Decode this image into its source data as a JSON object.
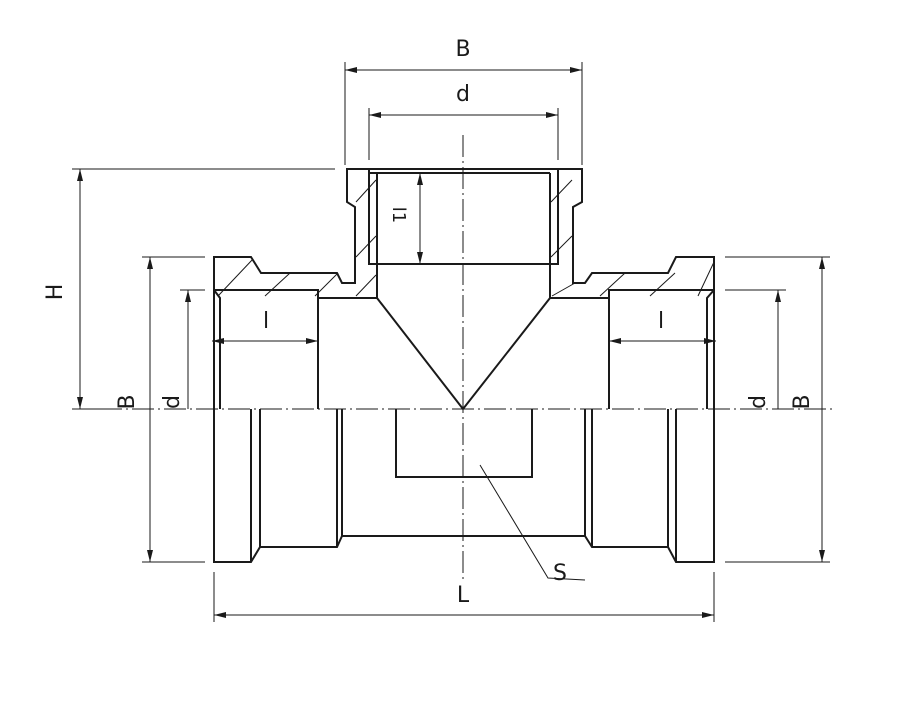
{
  "drawing": {
    "title": "Tee fitting dimension drawing",
    "labels": {
      "top_width": "B",
      "top_bore": "d",
      "height": "H",
      "left_width": "B",
      "left_bore": "d",
      "left_thread_length": "l",
      "right_thread_length": "l",
      "branch_thread_length": "l1",
      "right_bore": "d",
      "right_width": "B",
      "wall": "S",
      "length": "L"
    }
  }
}
